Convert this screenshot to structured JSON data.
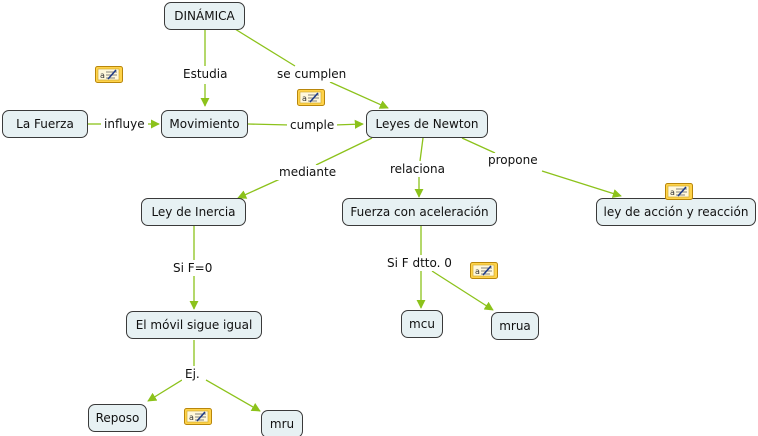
{
  "nodes": {
    "dinamica": "DINÁMICA",
    "fuerza": "La Fuerza",
    "movimiento": "Movimiento",
    "newton": "Leyes de Newton",
    "inercia": "Ley de Inercia",
    "aceleracion": "Fuerza con aceleración",
    "accion": "ley de acción y reacción",
    "movil": "El móvil sigue igual",
    "mcu": "mcu",
    "mrua": "mrua",
    "reposo": "Reposo",
    "mru": "mru"
  },
  "links": {
    "estudia": "Estudia",
    "se_cumplen": "se cumplen",
    "influye": "influye",
    "cumple": "cumple",
    "mediante": "mediante",
    "relaciona": "relaciona",
    "propone": "propone",
    "si_f0": "Si F=0",
    "si_fdtto": "Si F dtto. 0",
    "ej": "Ej."
  },
  "colors": {
    "node_fill": "#e7f1f3",
    "node_border": "#3a3a3a",
    "link": "#8cc21b",
    "note_fill": "#ffd34a"
  },
  "icons": [
    "note-icon",
    "note-icon",
    "note-icon",
    "note-icon",
    "note-icon"
  ]
}
